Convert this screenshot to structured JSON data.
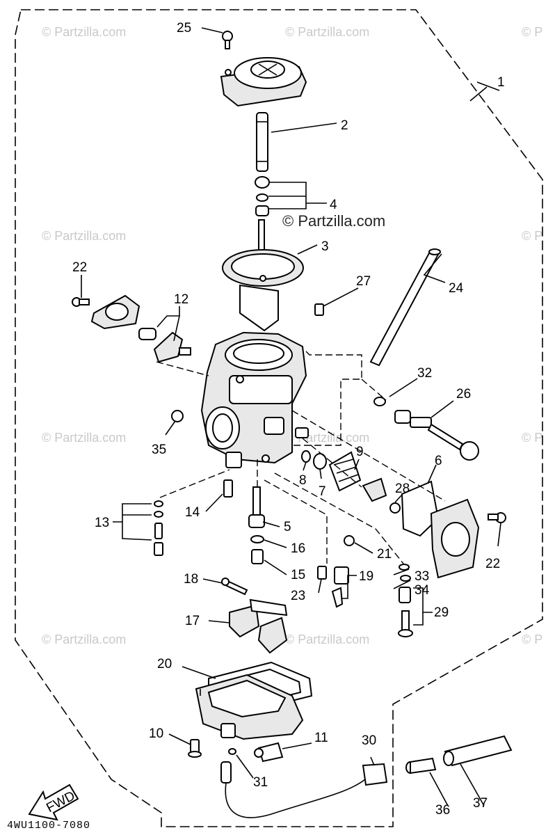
{
  "watermarks": {
    "small": "© Partzilla.com",
    "main": "© Partzilla.com",
    "edge": "© P"
  },
  "diagram_code": "4WU1100-7080",
  "fwd_label": "FWD",
  "callouts": [
    {
      "id": "1",
      "text": "1"
    },
    {
      "id": "2",
      "text": "2"
    },
    {
      "id": "3",
      "text": "3"
    },
    {
      "id": "4",
      "text": "4"
    },
    {
      "id": "5",
      "text": "5"
    },
    {
      "id": "6",
      "text": "6"
    },
    {
      "id": "7",
      "text": "7"
    },
    {
      "id": "8",
      "text": "8"
    },
    {
      "id": "9",
      "text": "9"
    },
    {
      "id": "10",
      "text": "10"
    },
    {
      "id": "11",
      "text": "11"
    },
    {
      "id": "12",
      "text": "12"
    },
    {
      "id": "13",
      "text": "13"
    },
    {
      "id": "14",
      "text": "14"
    },
    {
      "id": "15",
      "text": "15"
    },
    {
      "id": "16",
      "text": "16"
    },
    {
      "id": "17",
      "text": "17"
    },
    {
      "id": "18",
      "text": "18"
    },
    {
      "id": "19",
      "text": "19"
    },
    {
      "id": "20",
      "text": "20"
    },
    {
      "id": "21",
      "text": "21"
    },
    {
      "id": "22a",
      "text": "22"
    },
    {
      "id": "22b",
      "text": "22"
    },
    {
      "id": "23",
      "text": "23"
    },
    {
      "id": "24",
      "text": "24"
    },
    {
      "id": "25",
      "text": "25"
    },
    {
      "id": "26",
      "text": "26"
    },
    {
      "id": "27",
      "text": "27"
    },
    {
      "id": "28",
      "text": "28"
    },
    {
      "id": "29",
      "text": "29"
    },
    {
      "id": "30",
      "text": "30"
    },
    {
      "id": "31",
      "text": "31"
    },
    {
      "id": "32",
      "text": "32"
    },
    {
      "id": "33",
      "text": "33"
    },
    {
      "id": "34",
      "text": "34"
    },
    {
      "id": "35",
      "text": "35"
    },
    {
      "id": "36",
      "text": "36"
    },
    {
      "id": "37",
      "text": "37"
    }
  ]
}
